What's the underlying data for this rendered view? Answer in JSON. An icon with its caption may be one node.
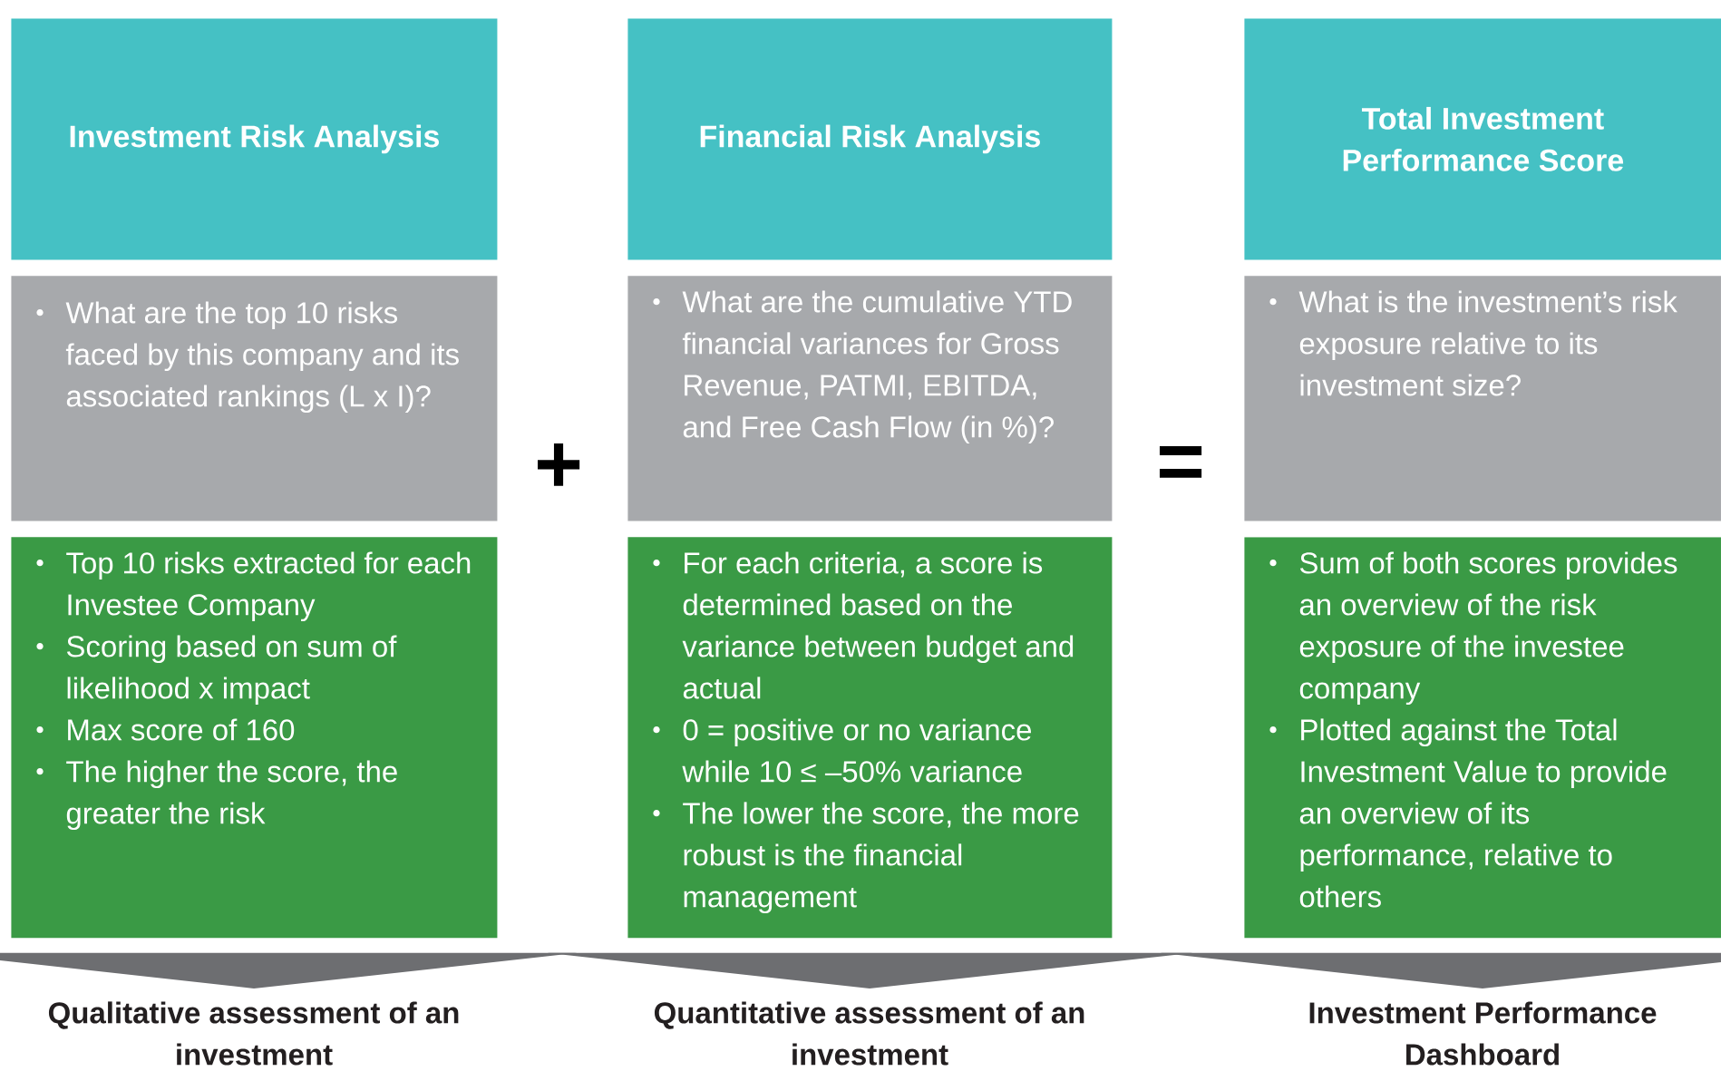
{
  "diagram": {
    "nodes": [
      {
        "text": [
          "Investment Risk Analysis"
        ]
      },
      {
        "text": [
          "What are the top 10 risks faced by this company and its associated rankings (L x I)?"
        ]
      },
      {
        "text": [
          "Top 10 risks extracted for each Investee Company",
          "Scoring based on sum of likelihood x impact",
          "Max score of 160",
          "The higher the score, the greater the risk"
        ]
      },
      {
        "text": [
          "Qualitative assessment of an investment"
        ]
      },
      {
        "text": [
          "Financial Risk Analysis"
        ]
      },
      {
        "text": [
          "What are the cumulative YTD financial variances for Gross Revenue, PATMI, EBITDA, and Free Cash Flow (in %)?"
        ]
      },
      {
        "text": [
          "For each criteria, a score is determined based on the variance between budget and actual",
          "0 = positive or no variance while 10 ≤ –50% variance",
          "The lower the score, the more robust is the financial management"
        ]
      },
      {
        "text": [
          "Quantitative assessment of an investment"
        ]
      },
      {
        "text": [
          "Total Investment Performance Score"
        ]
      },
      {
        "text": [
          "What is the investment’s risk exposure relative to its investment size?"
        ]
      },
      {
        "text": [
          "Sum of both scores provides an overview of the risk exposure of the investee company",
          "Plotted against the Total Investment Value to provide an overview of its performance, relative to others"
        ]
      },
      {
        "text": [
          "Investment Performance Dashboard"
        ]
      }
    ],
    "edges": [
      {
        "from": 2,
        "to": 3,
        "arrow": "to"
      },
      {
        "from": 6,
        "to": 7,
        "arrow": "to"
      },
      {
        "from": 10,
        "to": 11,
        "arrow": "to"
      }
    ],
    "labels": [
      "+",
      "="
    ]
  }
}
